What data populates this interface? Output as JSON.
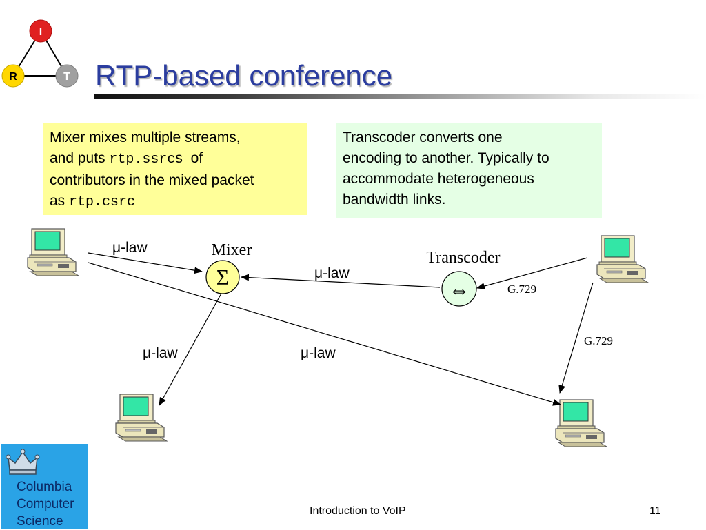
{
  "slide": {
    "title": "RTP-based conference",
    "logo": {
      "top_letter": "I",
      "left_letter": "R",
      "right_letter": "T"
    }
  },
  "mixer_box": {
    "line1": "Mixer mixes multiple streams,",
    "line2_pre": "and puts ",
    "line2_code": "rtp.ssrc",
    "line2_post": "s  of",
    "line3": "contributors in the mixed packet",
    "line4_pre": "as ",
    "line4_code": "rtp.csrc"
  },
  "transcoder_box": {
    "line1": "Transcoder converts one",
    "line2": "encoding to another. Typically to",
    "line3": "accommodate heterogeneous",
    "line4": "bandwidth links."
  },
  "diagram": {
    "mixer_label": "Mixer",
    "mixer_symbol": "Σ",
    "transcoder_label": "Transcoder",
    "transcoder_symbol": "⇔",
    "link_top_left": "μ-law",
    "link_transcoder_mixer": "μ-law",
    "link_mixer_bottom": "μ-law",
    "link_middle": "μ-law",
    "link_right_transcoder": "G.729",
    "link_right_down": "G.729",
    "colors": {
      "mixer_fill": "#ffff99",
      "transcoder_fill": "#e5ffe5",
      "screen": "#33e6a6",
      "computer_body": "#f2edc8"
    },
    "icons": [
      "computer-icon-top-left",
      "computer-icon-top-right",
      "computer-icon-bottom-left",
      "computer-icon-bottom-right"
    ]
  },
  "footer": {
    "logo_line1": "Columbia",
    "logo_line2": "Computer",
    "logo_line3": "Science",
    "center_text": "Introduction to VoIP",
    "page_number": "11",
    "logo_color": "#2aa3e6"
  }
}
